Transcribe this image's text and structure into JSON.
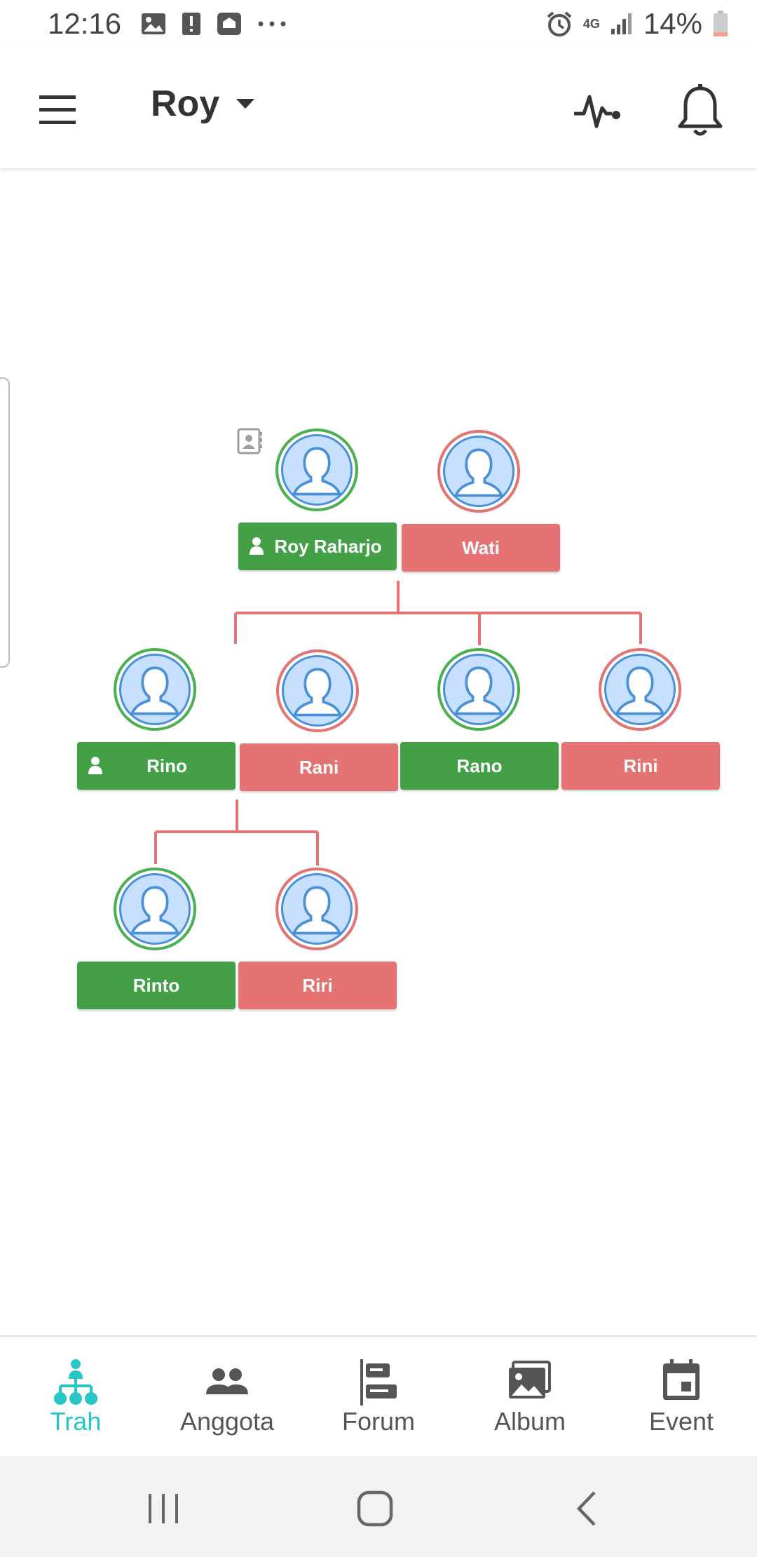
{
  "status_bar": {
    "time": "12:16",
    "battery": "14%",
    "network": "4G"
  },
  "app_bar": {
    "title": "Roy"
  },
  "tree": {
    "generation1": [
      {
        "name": "Roy Raharjo",
        "gender": "male",
        "is_user": true
      },
      {
        "name": "Wati",
        "gender": "female",
        "is_user": false
      }
    ],
    "generation2": [
      {
        "name": "Rino",
        "gender": "male",
        "is_user": true
      },
      {
        "name": "Rani",
        "gender": "female",
        "is_user": false
      },
      {
        "name": "Rano",
        "gender": "male",
        "is_user": false
      },
      {
        "name": "Rini",
        "gender": "female",
        "is_user": false
      }
    ],
    "generation3": [
      {
        "name": "Rinto",
        "gender": "male",
        "is_user": false
      },
      {
        "name": "Riri",
        "gender": "female",
        "is_user": false
      }
    ]
  },
  "bottom_nav": [
    {
      "label": "Trah",
      "icon": "family-tree-icon",
      "active": true
    },
    {
      "label": "Anggota",
      "icon": "group-icon",
      "active": false
    },
    {
      "label": "Forum",
      "icon": "forum-icon",
      "active": false
    },
    {
      "label": "Album",
      "icon": "album-icon",
      "active": false
    },
    {
      "label": "Event",
      "icon": "calendar-icon",
      "active": false
    }
  ],
  "colors": {
    "male": "#43a047",
    "female": "#e57373",
    "accent": "#26c6c6"
  }
}
